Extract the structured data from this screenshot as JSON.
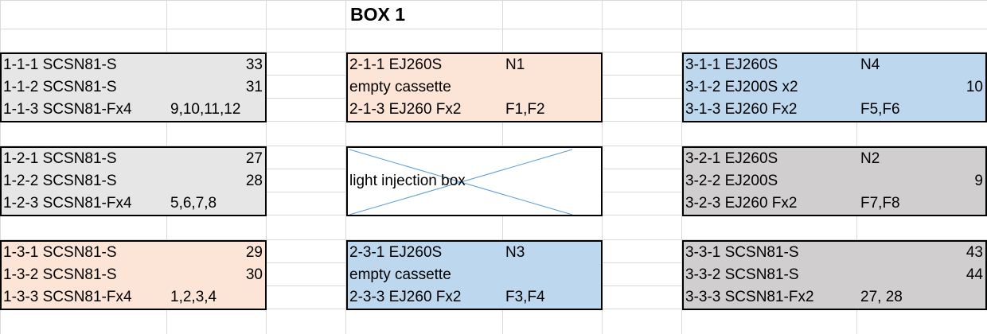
{
  "sheet": {
    "title": "BOX 1",
    "colors": {
      "gray": "#e7e6e6",
      "peach": "#fce4d6",
      "blue": "#bdd7ee",
      "dark_gray": "#d0cece",
      "cross_line": "#5b9bd5"
    }
  },
  "boxes": {
    "b11": {
      "rows": [
        {
          "label": "1-1-1 SCSN81-S",
          "value": "33"
        },
        {
          "label": "1-1-2 SCSN81-S",
          "value": "31"
        },
        {
          "label": "1-1-3 SCSN81-Fx4",
          "value": "9,10,11,12"
        }
      ]
    },
    "b12": {
      "rows": [
        {
          "label": "1-2-1 SCSN81-S",
          "value": "27"
        },
        {
          "label": "1-2-2 SCSN81-S",
          "value": "28"
        },
        {
          "label": "1-2-3 SCSN81-Fx4",
          "value": "5,6,7,8"
        }
      ]
    },
    "b13": {
      "rows": [
        {
          "label": "1-3-1 SCSN81-S",
          "value": "29"
        },
        {
          "label": "1-3-2 SCSN81-S",
          "value": "30"
        },
        {
          "label": "1-3-3 SCSN81-Fx4",
          "value": "1,2,3,4"
        }
      ]
    },
    "b21": {
      "rows": [
        {
          "label": "2-1-1 EJ260S",
          "value": "N1"
        },
        {
          "label": "empty cassette",
          "value": ""
        },
        {
          "label": "2-1-3 EJ260 Fx2",
          "value": "F1,F2"
        }
      ]
    },
    "b22": {
      "label": "light injection box"
    },
    "b23": {
      "rows": [
        {
          "label": "2-3-1 EJ260S",
          "value": "N3"
        },
        {
          "label": "empty cassette",
          "value": ""
        },
        {
          "label": "2-3-3 EJ260 Fx2",
          "value": "F3,F4"
        }
      ]
    },
    "b31": {
      "rows": [
        {
          "label": "3-1-1 EJ260S",
          "value": "N4"
        },
        {
          "label": "3-1-2 EJ200S x2",
          "value": "10"
        },
        {
          "label": "3-1-3 EJ260 Fx2",
          "value": "F5,F6"
        }
      ]
    },
    "b32": {
      "rows": [
        {
          "label": "3-2-1 EJ260S",
          "value": "N2"
        },
        {
          "label": "3-2-2 EJ200S",
          "value": "9"
        },
        {
          "label": "3-2-3 EJ260 Fx2",
          "value": "F7,F8"
        }
      ]
    },
    "b33": {
      "rows": [
        {
          "label": "3-3-1 SCSN81-S",
          "value": "43"
        },
        {
          "label": "3-3-2 SCSN81-S",
          "value": "44"
        },
        {
          "label": "3-3-3 SCSN81-Fx2",
          "value": "27, 28"
        }
      ]
    }
  }
}
